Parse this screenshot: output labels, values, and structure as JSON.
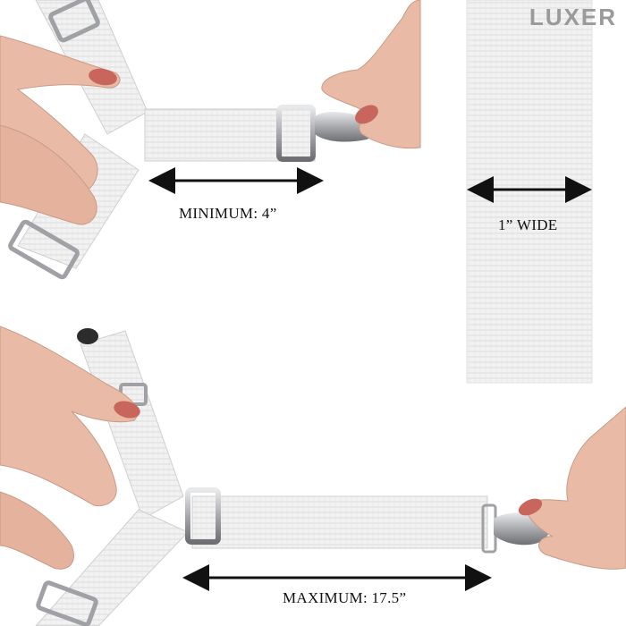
{
  "brand": {
    "name": "LUXER"
  },
  "labels": {
    "minimum": "MINIMUM: 4”",
    "width": "1” WIDE",
    "maximum": "MAXIMUM: 17.5”"
  },
  "colors": {
    "background": "#ffffff",
    "elastic": "#efefef",
    "skin": "#e9bba6",
    "nail": "#c8655c",
    "metal": "#b9bbbf",
    "arrow": "#111111"
  },
  "icons": [
    "double-arrow-icon",
    "clip-icon",
    "buckle-icon"
  ]
}
